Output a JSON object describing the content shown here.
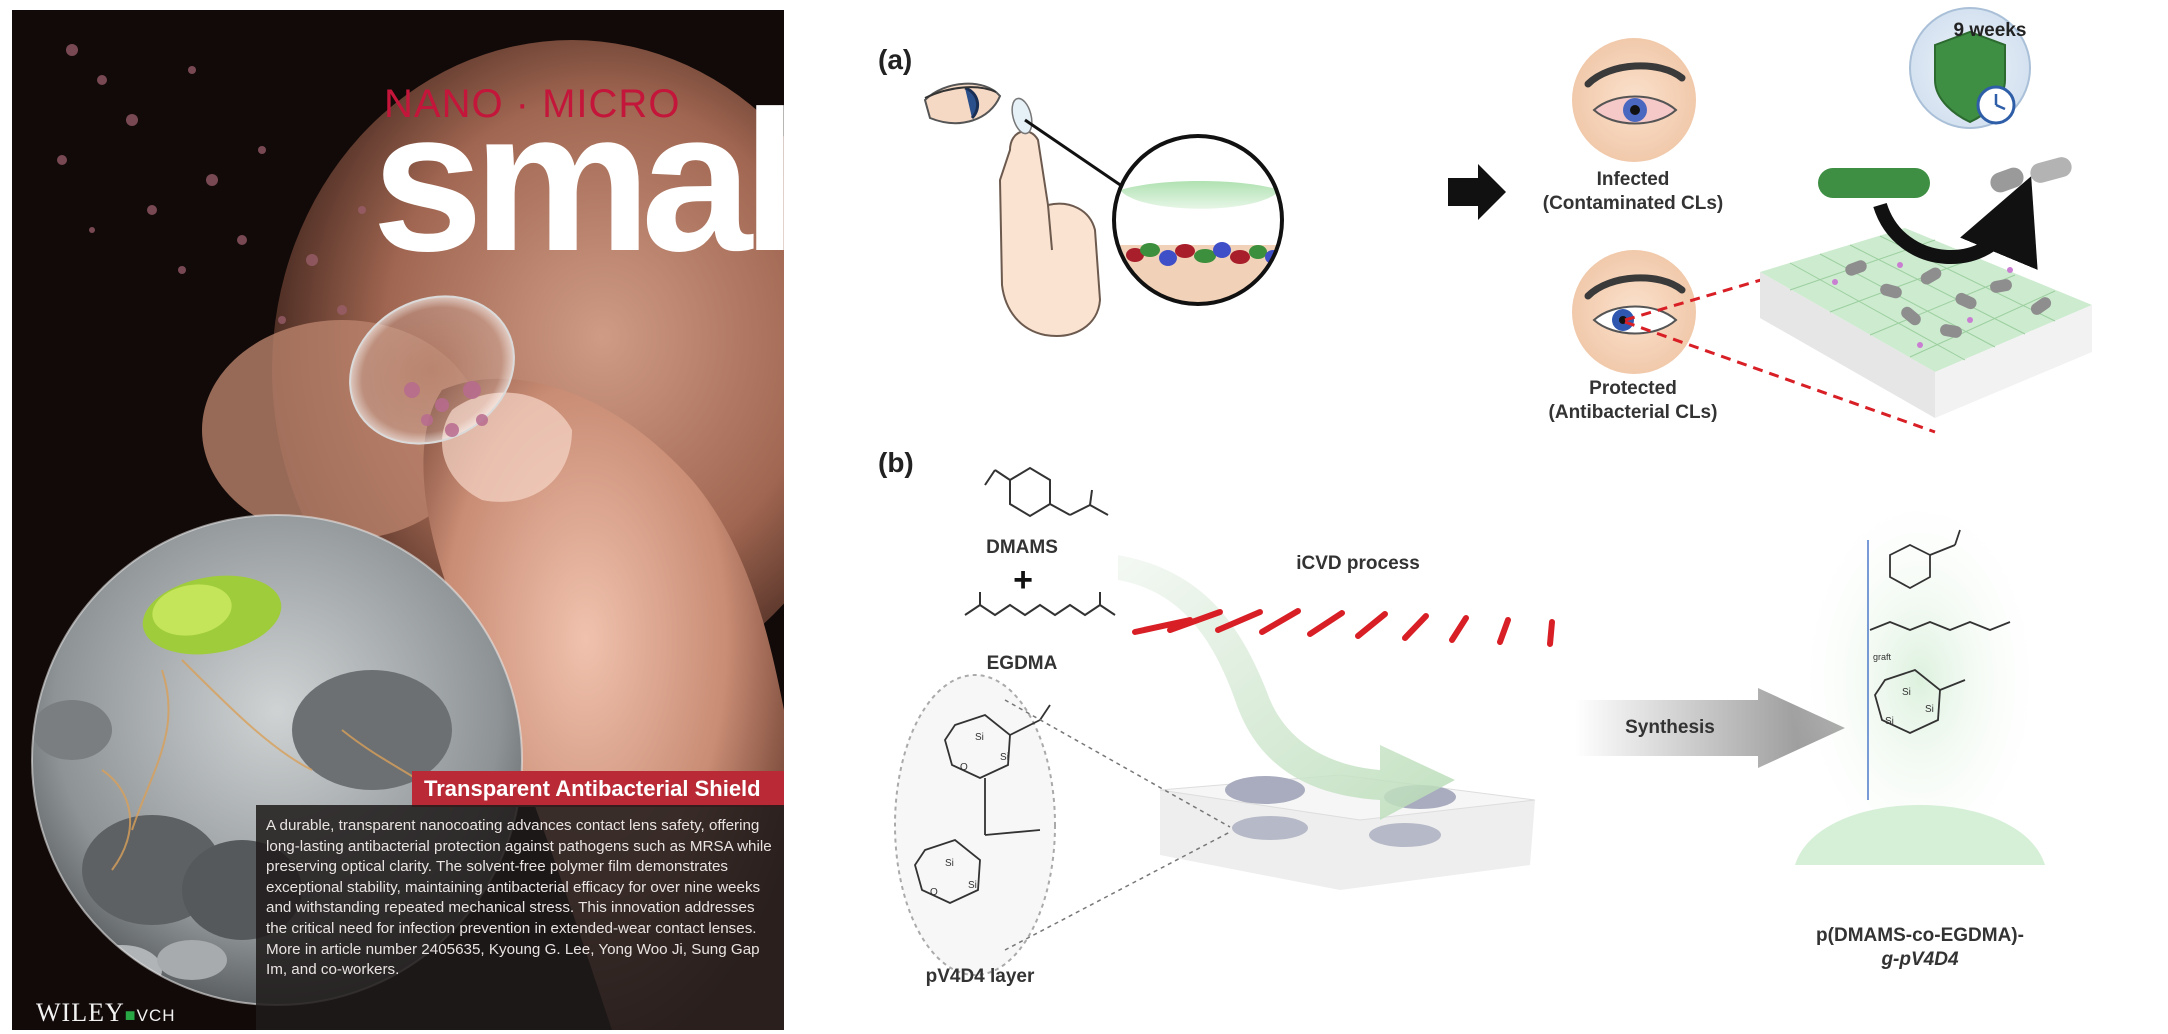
{
  "cover": {
    "brand_top": "NANO · MICRO",
    "brand_main": "small",
    "article_title": "Transparent Antibacterial Shield",
    "article_text": "A durable, transparent nanocoating advances contact lens safety, offering long-lasting antibacterial protection against pathogens such as MRSA while preserving optical clarity. The solvent-free polymer film demonstrates exceptional stability, maintaining antibacterial efficacy for over nine weeks and withstanding repeated mechanical stress. This innovation addresses the critical need for infection prevention in extended-wear contact lenses. More in article number 2405635, Kyoung G. Lee, Yong Woo Ji, Sung Gap Im, and co-workers.",
    "publisher": "WILEY",
    "publisher_suffix": "VCH"
  },
  "panel_a": {
    "letter": "(a)",
    "badge": "9 weeks",
    "infected_line1": "Infected",
    "infected_line2": "(Contaminated CLs)",
    "protected_line1": "Protected",
    "protected_line2": "(Antibacterial CLs)"
  },
  "panel_b": {
    "letter": "(b)",
    "monomer1": "DMAMS",
    "plus": "+",
    "monomer2": "EGDMA",
    "process": "iCVD process",
    "layer": "pV4D4 layer",
    "synthesis": "Synthesis",
    "product_line1": "p(DMAMS-co-EGDMA)-",
    "product_line2": "g-pV4D4",
    "si_label": "Si",
    "o_label": "O",
    "graft_label": "graft"
  },
  "colors": {
    "cover_red": "#b92a36",
    "brand_red": "#c4153a",
    "arrow_red": "#d91f26",
    "shield_green": "#3e8f43",
    "lens_green": "#bfe6c0"
  }
}
